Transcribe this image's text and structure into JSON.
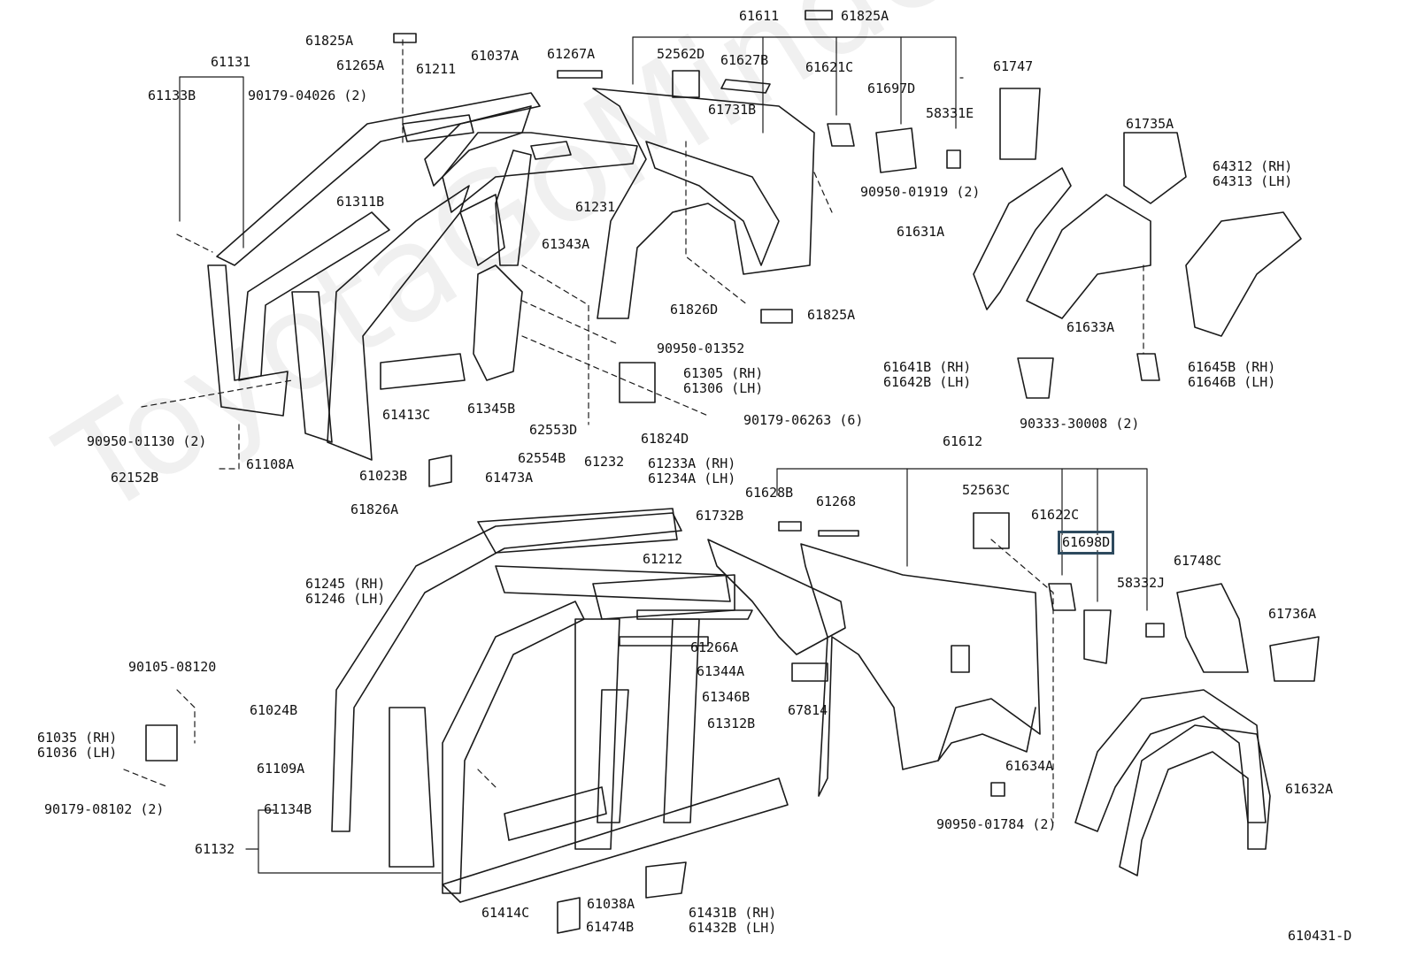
{
  "watermark": "ToyotaGoMinde.ru",
  "diagram_code": "610431-D",
  "selected_part": "61698D",
  "labels": {
    "p61611": "61611",
    "p61825A_top": "61825A",
    "p61825A_left": "61825A",
    "p61131": "61131",
    "p61265A": "61265A",
    "p61211": "61211",
    "p61037A": "61037A",
    "p61267A": "61267A",
    "p52562D": "52562D",
    "p61627B": "61627B",
    "p61621C": "61621C",
    "p61697D": "61697D",
    "p58331E": "58331E",
    "p61747": "61747",
    "p61133B": "61133B",
    "p90179_04026": "90179-04026 (2)",
    "p61731B": "61731B",
    "p61735A": "61735A",
    "p64312": "64312 (RH)",
    "p64313": "64313 (LH)",
    "p90950_01919": "90950-01919 (2)",
    "p61311B": "61311B",
    "p61231": "61231",
    "p61631A": "61631A",
    "p61343A": "61343A",
    "p61826D": "61826D",
    "p61825A_mid": "61825A",
    "p61633A": "61633A",
    "p90950_01352": "90950-01352",
    "p61305": "61305 (RH)",
    "p61306": "61306 (LH)",
    "p61641B": "61641B (RH)",
    "p61642B": "61642B (LH)",
    "p61645B": "61645B (RH)",
    "p61646B": "61646B (LH)",
    "p61413C": "61413C",
    "p61345B": "61345B",
    "p90179_06263": "90179-06263 (6)",
    "p90333_30008": "90333-30008 (2)",
    "p90950_01130": "90950-01130 (2)",
    "p62553D": "62553D",
    "p61824D": "61824D",
    "p61612": "61612",
    "p61108A": "61108A",
    "p61023B": "61023B",
    "p62554B": "62554B",
    "p62152B": "62152B",
    "p61473A": "61473A",
    "p61232": "61232",
    "p61233A": "61233A (RH)",
    "p61234A": "61234A (LH)",
    "p61628B": "61628B",
    "p61268": "61268",
    "p52563C": "52563C",
    "p61622C": "61622C",
    "p61826A": "61826A",
    "p61732B": "61732B",
    "p61698D": "61698D",
    "p61748C": "61748C",
    "p61212": "61212",
    "p61245": "61245 (RH)",
    "p61246": "61246 (LH)",
    "p58332J": "58332J",
    "p61736A": "61736A",
    "p61266A": "61266A",
    "p90105_08120": "90105-08120",
    "p61344A": "61344A",
    "p61346B": "61346B",
    "p61024B": "61024B",
    "p67814": "67814",
    "p61312B": "61312B",
    "p61035": "61035 (RH)",
    "p61036": "61036 (LH)",
    "p61109A": "61109A",
    "p61634A": "61634A",
    "p61632A": "61632A",
    "p90179_08102": "90179-08102 (2)",
    "p61134B": "61134B",
    "p90950_01784": "90950-01784 (2)",
    "p61132": "61132",
    "p61414C": "61414C",
    "p61038A": "61038A",
    "p61431B": "61431B (RH)",
    "p61432B": "61432B (LH)",
    "p61474B": "61474B"
  }
}
